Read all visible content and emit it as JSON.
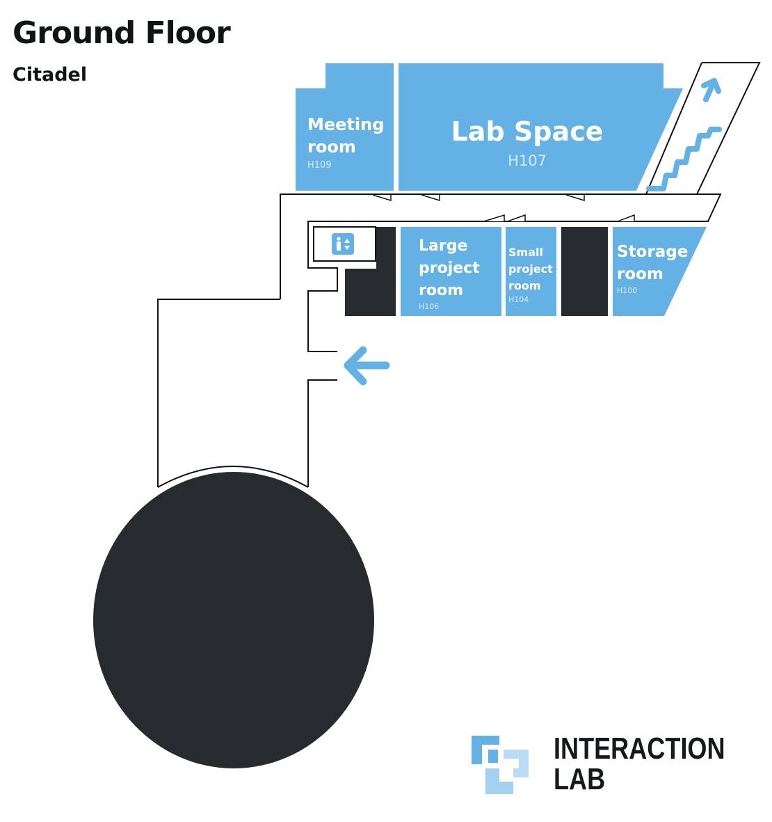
{
  "header": {
    "title": "Ground Floor",
    "subtitle": "Citadel"
  },
  "rooms": {
    "meeting": {
      "name_lines": [
        "Meeting",
        "room"
      ],
      "code": "H109"
    },
    "lab": {
      "name_lines": [
        "Lab Space"
      ],
      "code": "H107"
    },
    "large_project": {
      "name_lines": [
        "Large",
        "project",
        "room"
      ],
      "code": "H106"
    },
    "small_project": {
      "name_lines": [
        "Small",
        "project",
        "room"
      ],
      "code": "H104"
    },
    "storage": {
      "name_lines": [
        "Storage",
        "room"
      ],
      "code": "H100"
    }
  },
  "icons": {
    "elevator": "elevator-icon",
    "stairs": "stairs-icon",
    "stairs_arrow": "arrow-up-right-icon",
    "entrance_arrow": "arrow-left-icon",
    "logo": "interaction-lab-logo"
  },
  "logo": {
    "line1": "INTERACTION",
    "line2": "LAB"
  },
  "colors": {
    "room": "#64b1e5",
    "dark": "#272b2f",
    "outline": "#111111",
    "logo_light": "#b9dcf4"
  }
}
